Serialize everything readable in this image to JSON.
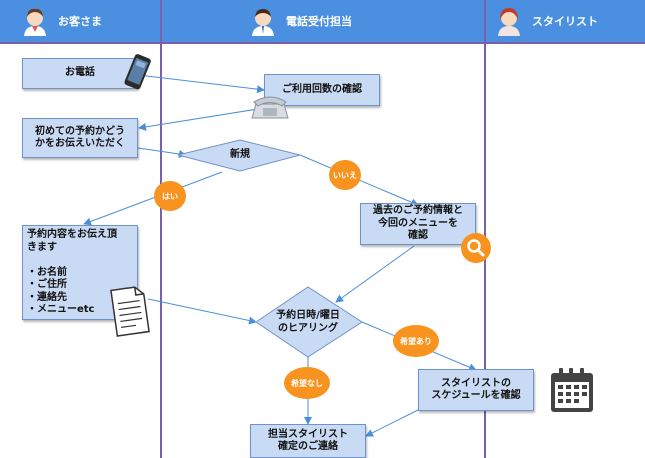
{
  "lanes": {
    "customer": "お客さま",
    "reception": "電話受付担当",
    "stylist": "スタイリスト"
  },
  "nodes": {
    "phone_call": "お電話",
    "check_usage": "ご利用回数の確認",
    "first_time": "初めての予約かどう\nかをお伝えいただく",
    "decision_new": "新規",
    "past_info": "過去のご予約情報と\n今回のメニューを\n確認",
    "tell_details": "予約内容をお伝え頂\nきます\n\n・お名前\n・ご住所\n・連絡先\n・メニューetc",
    "hearing": "予約日時/曜日\nのヒアリング",
    "check_schedule": "スタイリストの\nスケジュールを確認",
    "contact_stylist": "担当スタイリスト\n確定のご連絡"
  },
  "badges": {
    "yes": "はい",
    "no": "いいえ",
    "wish": "希望あり",
    "no_wish": "希望なし"
  },
  "colors": {
    "header": "#4a8fe0",
    "node_fill": "#c9dbf4",
    "arrow": "#4a90d9",
    "badge": "#f7931e",
    "separator": "#7b5fa8"
  },
  "icons": [
    "person-icon",
    "smartphone-icon",
    "telephone-icon",
    "magnifier-icon",
    "document-icon",
    "calendar-icon"
  ]
}
